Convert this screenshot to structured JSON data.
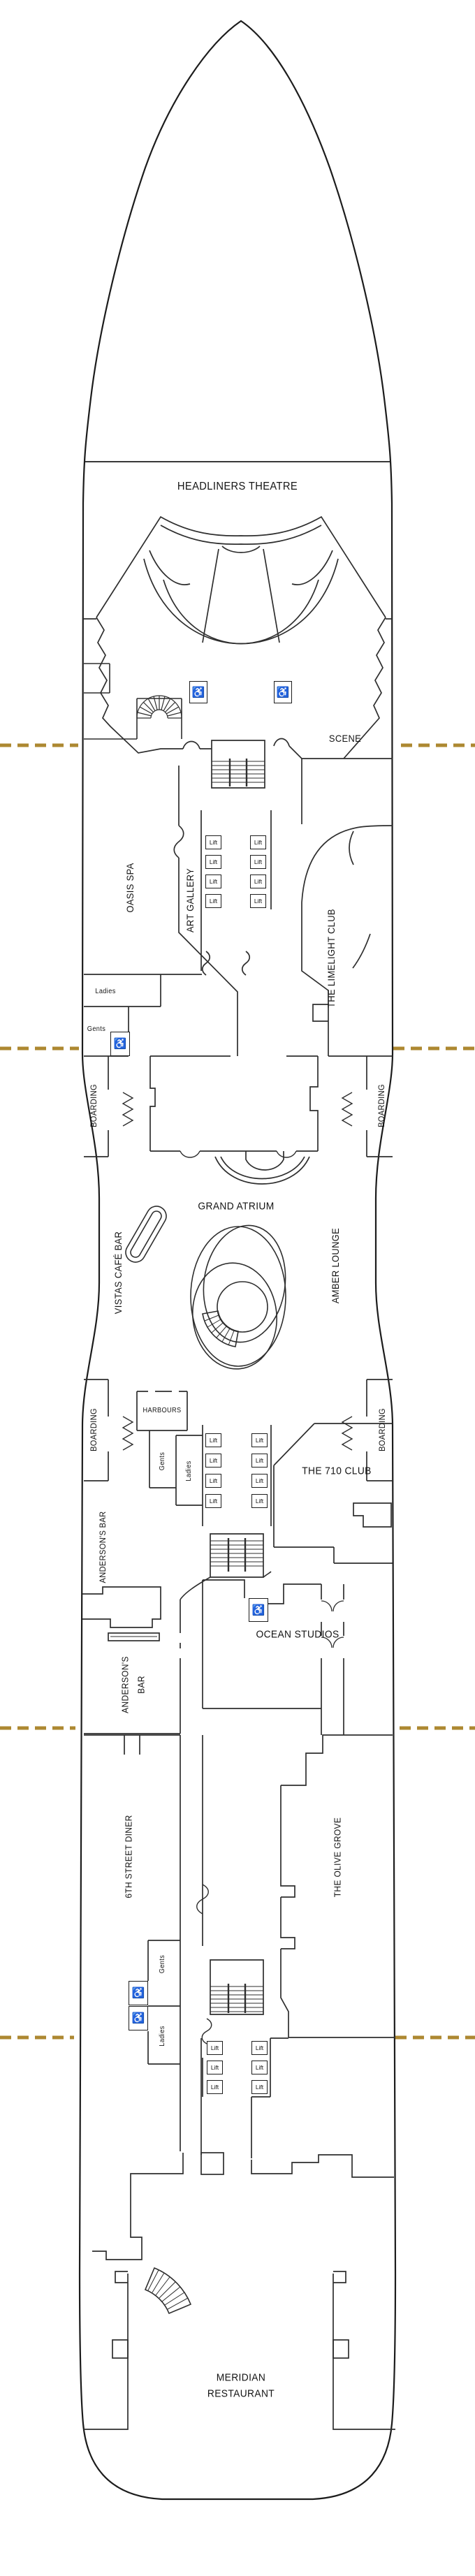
{
  "deck_plan": {
    "colors": {
      "walls": "#2e2e2e",
      "hull": "#1c1c1c",
      "dashed_line": "#ad8831",
      "background": "#ffffff"
    },
    "labels": {
      "headliners_theatre": "HEADLINERS THEATRE",
      "scene": "SCENE",
      "oasis_spa": "OASIS SPA",
      "art_gallery": "ART GALLERY",
      "limelight_club": "THE LIMELIGHT CLUB",
      "ladies": "Ladies",
      "gents": "Gents",
      "boarding": "BOARDING",
      "grand_atrium": "GRAND ATRIUM",
      "vistas_cafe_bar": "VISTAS CAFÉ BAR",
      "amber_lounge": "AMBER LOUNGE",
      "harbours": "HARBOURS",
      "the_710_club": "THE 710 CLUB",
      "andersons_bar": "ANDERSON'S BAR",
      "andersons": "ANDERSON'S",
      "bar": "BAR",
      "ocean_studios": "OCEAN STUDIOS",
      "sixth_street_diner": "6TH STREET DINER",
      "olive_grove": "THE OLIVE GROVE",
      "meridian_line1": "MERIDIAN",
      "meridian_line2": "RESTAURANT",
      "lift": "Lift",
      "wheelchair_icon": "♿"
    }
  }
}
